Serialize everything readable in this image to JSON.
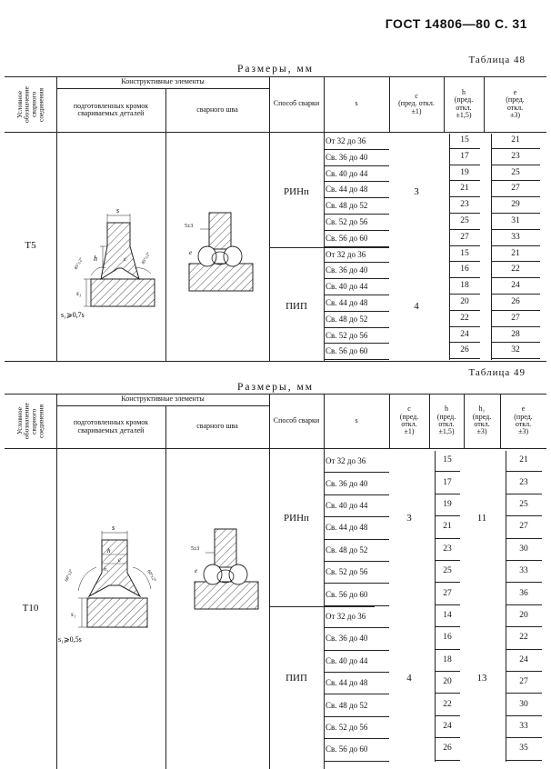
{
  "header": {
    "title": "ГОСТ 14806—80 С. 31"
  },
  "table48": {
    "number": "Таблица 48",
    "caption": "Размеры, мм",
    "head_designation": "Условное обозначение сварного соединения",
    "head_constructive": "Конструктивные элементы",
    "head_prepared": "подготовленных кромок свариваемых деталей",
    "head_weld": "сварного шва",
    "head_method": "Способ сварки",
    "head_s": "s",
    "head_c": "c\n(пред. откл.\n±1)",
    "head_h": "h\n(пред.\nоткл.\n±1,5)",
    "head_e": "e\n(пред.\nоткл.\n±3)",
    "designation": "Т5",
    "groups": [
      {
        "method": "РИНп",
        "c": "3",
        "rows": [
          {
            "s": "От 32 до 36",
            "h": "15",
            "e": "21"
          },
          {
            "s": "Св. 36 до 40",
            "h": "17",
            "e": "23"
          },
          {
            "s": "Св. 40 до 44",
            "h": "19",
            "e": "25"
          },
          {
            "s": "Св. 44 до 48",
            "h": "21",
            "e": "27"
          },
          {
            "s": "Св. 48 до 52",
            "h": "23",
            "e": "29"
          },
          {
            "s": "Св. 52 до 56",
            "h": "25",
            "e": "31"
          },
          {
            "s": "Св. 56 до 60",
            "h": "27",
            "e": "33"
          }
        ]
      },
      {
        "method": "ПИП",
        "c": "4",
        "rows": [
          {
            "s": "От 32 до 36",
            "h": "15",
            "e": "21"
          },
          {
            "s": "Св. 36 до 40",
            "h": "16",
            "e": "22"
          },
          {
            "s": "Св. 40 до 44",
            "h": "18",
            "e": "24"
          },
          {
            "s": "Св. 44 до 48",
            "h": "20",
            "e": "26"
          },
          {
            "s": "Св. 48 до 52",
            "h": "22",
            "e": "27"
          },
          {
            "s": "Св. 52 до 56",
            "h": "24",
            "e": "28"
          },
          {
            "s": "Св. 56 до 60",
            "h": "26",
            "e": "32"
          }
        ]
      }
    ],
    "drawing": {
      "s_label": "s",
      "h_label": "h",
      "c_label": "c",
      "s1_label": "s₁",
      "note": "s₁⩾0,7s",
      "weld_label": "5±3",
      "e_label": "e",
      "angle1": "45°±2°",
      "angle2": "45°±2°"
    }
  },
  "table49": {
    "number": "Таблица 49",
    "caption": "Размеры, мм",
    "head_designation": "Условное обозначение сварного соединения",
    "head_constructive": "Конструктивные элементы",
    "head_prepared": "подготовленных кромок свариваемых деталей",
    "head_weld": "сварного шва",
    "head_method": "Способ сварки",
    "head_s": "s",
    "head_c": "c\n(пред.\nоткл.\n±1)",
    "head_h": "h\n(пред.\nоткл.\n±1,5)",
    "head_h1": "h₁\n(пред.\nоткл.\n±3)",
    "head_e": "e\n(пред.\nоткл.\n±3)",
    "designation": "Т10",
    "groups": [
      {
        "method": "РИНп",
        "c": "3",
        "h1": "11",
        "rows": [
          {
            "s": "От 32 до 36",
            "h": "15",
            "e": "21"
          },
          {
            "s": "Св. 36 до 40",
            "h": "17",
            "e": "23"
          },
          {
            "s": "Св. 40 до 44",
            "h": "19",
            "e": "25"
          },
          {
            "s": "Св. 44 до 48",
            "h": "21",
            "e": "27"
          },
          {
            "s": "Св. 48 до 52",
            "h": "23",
            "e": "30"
          },
          {
            "s": "Св. 52 до 56",
            "h": "25",
            "e": "33"
          },
          {
            "s": "Св. 56 до 60",
            "h": "27",
            "e": "36"
          }
        ]
      },
      {
        "method": "ПИП",
        "c": "4",
        "h1": "13",
        "rows": [
          {
            "s": "От 32 до 36",
            "h": "14",
            "e": "20"
          },
          {
            "s": "Св. 36 до 40",
            "h": "16",
            "e": "22"
          },
          {
            "s": "Св. 40 до 44",
            "h": "18",
            "e": "24"
          },
          {
            "s": "Св. 44 до 48",
            "h": "20",
            "e": "27"
          },
          {
            "s": "Св. 48 до 52",
            "h": "22",
            "e": "30"
          },
          {
            "s": "Св. 52 до 56",
            "h": "24",
            "e": "33"
          },
          {
            "s": "Св. 56 до 60",
            "h": "26",
            "e": "35"
          }
        ]
      }
    ],
    "drawing": {
      "s_label": "s",
      "h_label": "h",
      "c_label": "c",
      "h1_label": "h₁",
      "s1_label": "s₁",
      "note": "s₁⩾0,5s",
      "weld_label": "5±3",
      "e_label": "e",
      "angle1": "60°±2°",
      "angle2": "60°±2°"
    }
  }
}
